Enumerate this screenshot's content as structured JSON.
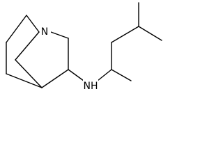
{
  "molecule": {
    "atoms": [
      {
        "id": "n1",
        "symbol": "N",
        "label": "N"
      },
      {
        "id": "n2",
        "symbol": "N",
        "label": "NH"
      }
    ]
  }
}
